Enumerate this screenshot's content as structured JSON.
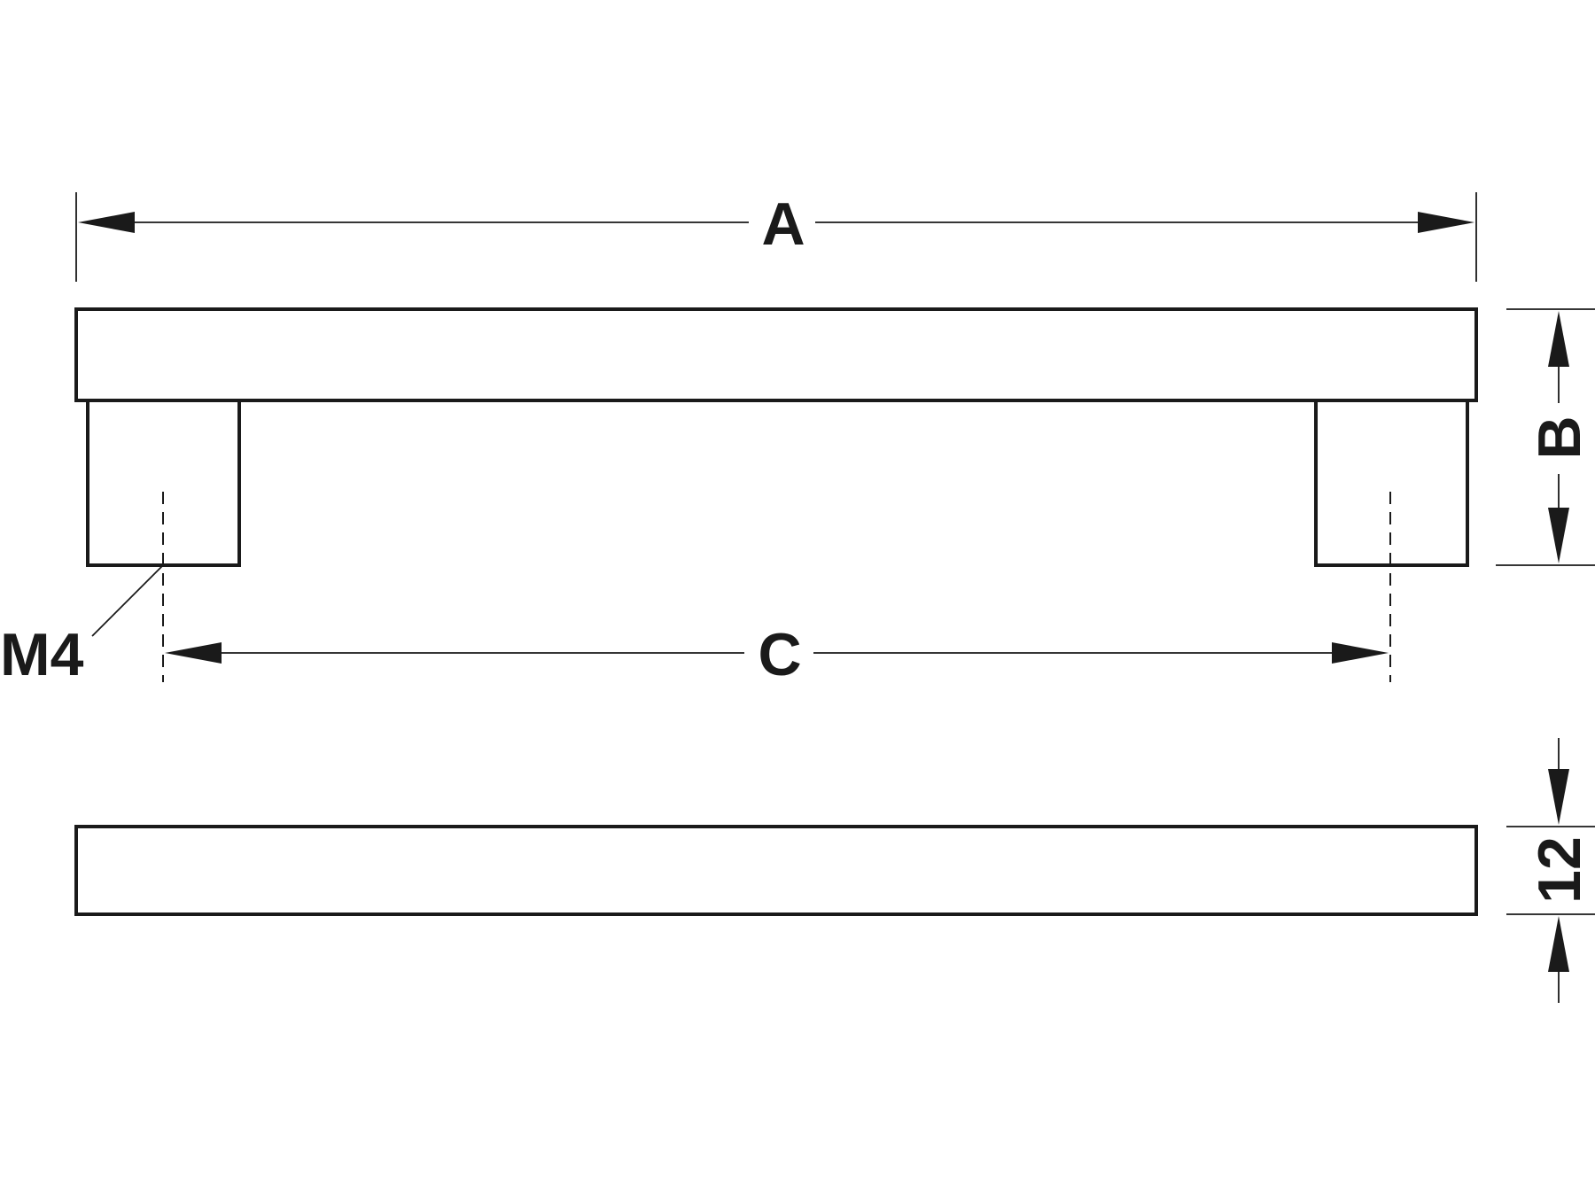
{
  "diagram": {
    "labels": {
      "overall_length": "A",
      "height": "B",
      "hole_spacing": "C",
      "thread": "M4",
      "thickness": "12"
    }
  },
  "colors": {
    "line": "#1a1a1a",
    "background": "#ffffff"
  }
}
